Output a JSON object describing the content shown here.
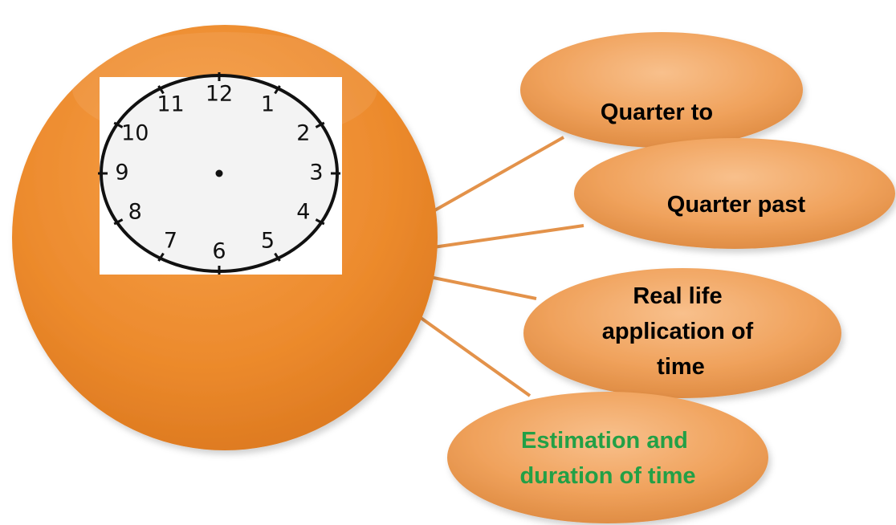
{
  "center": {
    "clock_numbers": [
      "12",
      "1",
      "2",
      "3",
      "4",
      "5",
      "6",
      "7",
      "8",
      "9",
      "10",
      "11"
    ]
  },
  "topics": [
    {
      "lines": [
        "Quarter to"
      ],
      "color": "#000000"
    },
    {
      "lines": [
        "Quarter past"
      ],
      "color": "#000000"
    },
    {
      "lines": [
        "Real life",
        "application of",
        "time"
      ],
      "color": "#000000"
    },
    {
      "lines": [
        "Estimation and",
        "duration of time"
      ],
      "color": "#22a046"
    }
  ],
  "colors": {
    "main_circle": "#ec8a2c",
    "bubble": "#f0a05a",
    "connector": "#e3924a",
    "highlight_text": "#22a046"
  }
}
